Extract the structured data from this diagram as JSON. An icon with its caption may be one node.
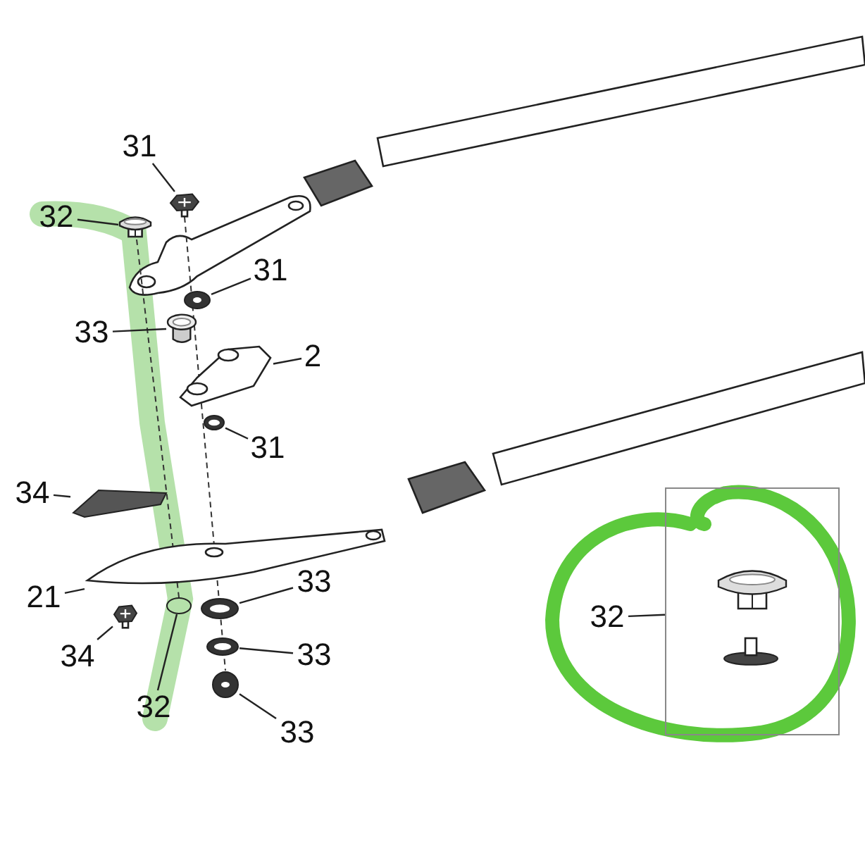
{
  "diagram": {
    "nodes": [
      {
        "text": [
          "31"
        ]
      },
      {
        "text": [],
        "shape": "picture"
      },
      {
        "text": [
          "32"
        ]
      },
      {
        "text": [],
        "shape": "picture"
      },
      {
        "text": [
          "31"
        ]
      },
      {
        "text": [],
        "shape": "picture"
      },
      {
        "text": [
          "33"
        ]
      },
      {
        "text": [],
        "shape": "picture"
      },
      {
        "text": [
          "2"
        ]
      },
      {
        "text": [],
        "shape": "picture"
      },
      {
        "text": [
          "31"
        ]
      },
      {
        "text": [],
        "shape": "picture"
      },
      {
        "text": [
          "34"
        ]
      },
      {
        "text": [],
        "shape": "picture"
      },
      {
        "text": [
          "21"
        ]
      },
      {
        "text": [],
        "shape": "picture"
      },
      {
        "text": [
          "33"
        ]
      },
      {
        "text": [],
        "shape": "picture"
      },
      {
        "text": [
          "34"
        ]
      },
      {
        "text": [],
        "shape": "picture"
      },
      {
        "text": [
          "33"
        ]
      },
      {
        "text": [],
        "shape": "picture"
      },
      {
        "text": [
          "32"
        ]
      },
      {
        "text": [],
        "shape": "circle"
      },
      {
        "text": [
          "33"
        ]
      },
      {
        "text": [],
        "shape": "picture"
      },
      {
        "text": [
          "32"
        ]
      },
      {
        "text": [],
        "shape": "box"
      },
      {
        "text": [],
        "shape": "picture",
        "in": 27
      },
      {
        "text": [],
        "shape": "picture",
        "in": 27
      }
    ],
    "edges": [
      {
        "from": 0,
        "to": 1,
        "arrow": "none"
      },
      {
        "from": 2,
        "to": 3,
        "arrow": "none"
      },
      {
        "from": 4,
        "to": 5,
        "arrow": "none"
      },
      {
        "from": 6,
        "to": 7,
        "arrow": "none"
      },
      {
        "from": 8,
        "to": 9,
        "arrow": "none"
      },
      {
        "from": 10,
        "to": 11,
        "arrow": "none"
      },
      {
        "from": 12,
        "to": 13,
        "arrow": "none"
      },
      {
        "from": 14,
        "to": 15,
        "arrow": "none"
      },
      {
        "from": 16,
        "to": 17,
        "arrow": "none"
      },
      {
        "from": 18,
        "to": 19,
        "arrow": "none"
      },
      {
        "from": 20,
        "to": 21,
        "arrow": "none"
      },
      {
        "from": 22,
        "to": 23,
        "arrow": "none"
      },
      {
        "from": 24,
        "to": 25,
        "arrow": "none"
      },
      {
        "from": 26,
        "to": 27,
        "arrow": "none"
      }
    ]
  }
}
